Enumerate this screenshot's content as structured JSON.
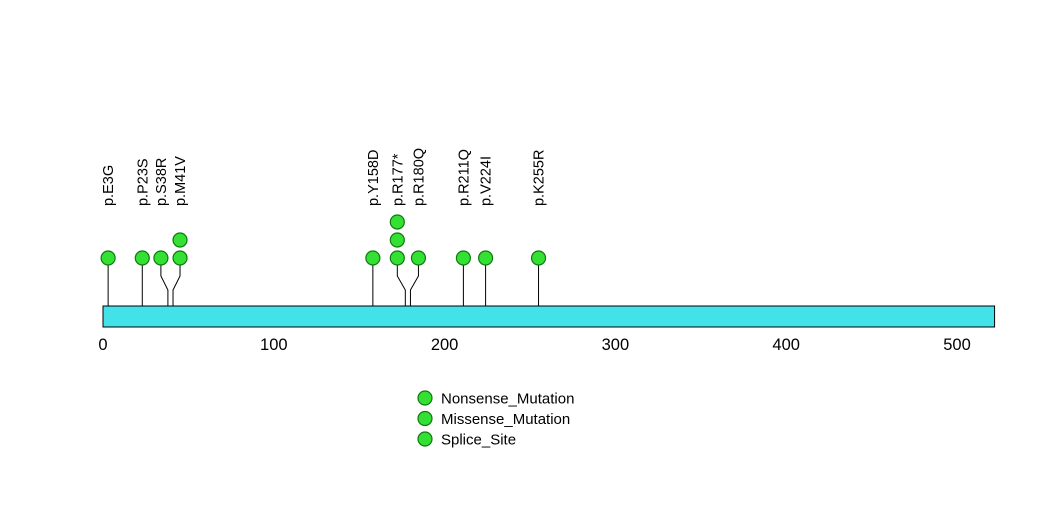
{
  "chart_data": {
    "type": "lollipop",
    "title": "",
    "xlabel": "",
    "ylabel": "",
    "xlim": [
      0,
      522
    ],
    "x_ticks": [
      0,
      100,
      200,
      300,
      400,
      500
    ],
    "protein_length": 522,
    "grid": false,
    "legend_position": "bottom-center",
    "mutations": [
      {
        "label": "p.E3G",
        "position": 3,
        "count": 1,
        "dx": 0
      },
      {
        "label": "p.P23S",
        "position": 23,
        "count": 1,
        "dx": 0
      },
      {
        "label": "p.S38R",
        "position": 38,
        "count": 1,
        "dx": -7
      },
      {
        "label": "p.M41V",
        "position": 41,
        "count": 2,
        "dx": 7
      },
      {
        "label": "p.Y158D",
        "position": 158,
        "count": 1,
        "dx": 0
      },
      {
        "label": "p.R177*",
        "position": 177,
        "count": 3,
        "dx": -8
      },
      {
        "label": "p.R180Q",
        "position": 180,
        "count": 1,
        "dx": 8
      },
      {
        "label": "p.R211Q",
        "position": 211,
        "count": 1,
        "dx": 0
      },
      {
        "label": "p.V224I",
        "position": 224,
        "count": 1,
        "dx": 0
      },
      {
        "label": "p.K255R",
        "position": 255,
        "count": 1,
        "dx": 0
      }
    ],
    "legend": [
      {
        "label": "Nonsense_Mutation",
        "marker": "circle-icon",
        "color": "#35E035"
      },
      {
        "label": "Missense_Mutation",
        "marker": "circle-icon",
        "color": "#35E035"
      },
      {
        "label": "Splice_Site",
        "marker": "circle-icon",
        "color": "#35E035"
      }
    ],
    "colors": {
      "backbone_fill": "#42E2E8",
      "backbone_stroke": "#000000",
      "lollipop_fill": "#35E035",
      "lollipop_stroke": "#0E7A0E",
      "stem": "#000000",
      "text": "#000000"
    }
  }
}
